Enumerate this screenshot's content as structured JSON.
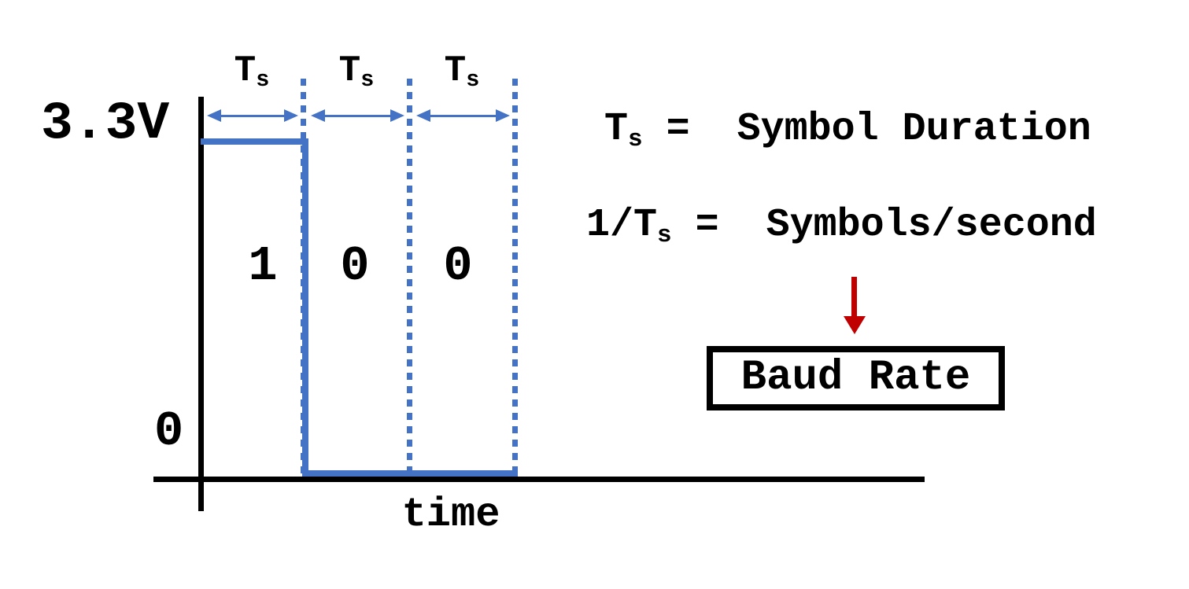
{
  "colors": {
    "signal_blue": "#4472C4",
    "arrow_red": "#C00000",
    "ink": "#000000",
    "background": "#FFFFFF"
  },
  "waveform": {
    "type": "digital-signal-timing-diagram",
    "x_label": "time",
    "y_high_label": "3.3V",
    "y_low_label": "0",
    "interval_label": {
      "base": "T",
      "sub": "s"
    },
    "symbols": [
      {
        "bit": "1",
        "level_v": 3.3
      },
      {
        "bit": "0",
        "level_v": 0
      },
      {
        "bit": "0",
        "level_v": 0
      }
    ]
  },
  "notes": {
    "line1": {
      "lead": "T",
      "sub": "s",
      "rest": " =  Symbol Duration"
    },
    "line2": {
      "lead": "1/T",
      "sub": "s",
      "rest": " =  Symbols/second"
    },
    "baud_label": "Baud Rate"
  }
}
